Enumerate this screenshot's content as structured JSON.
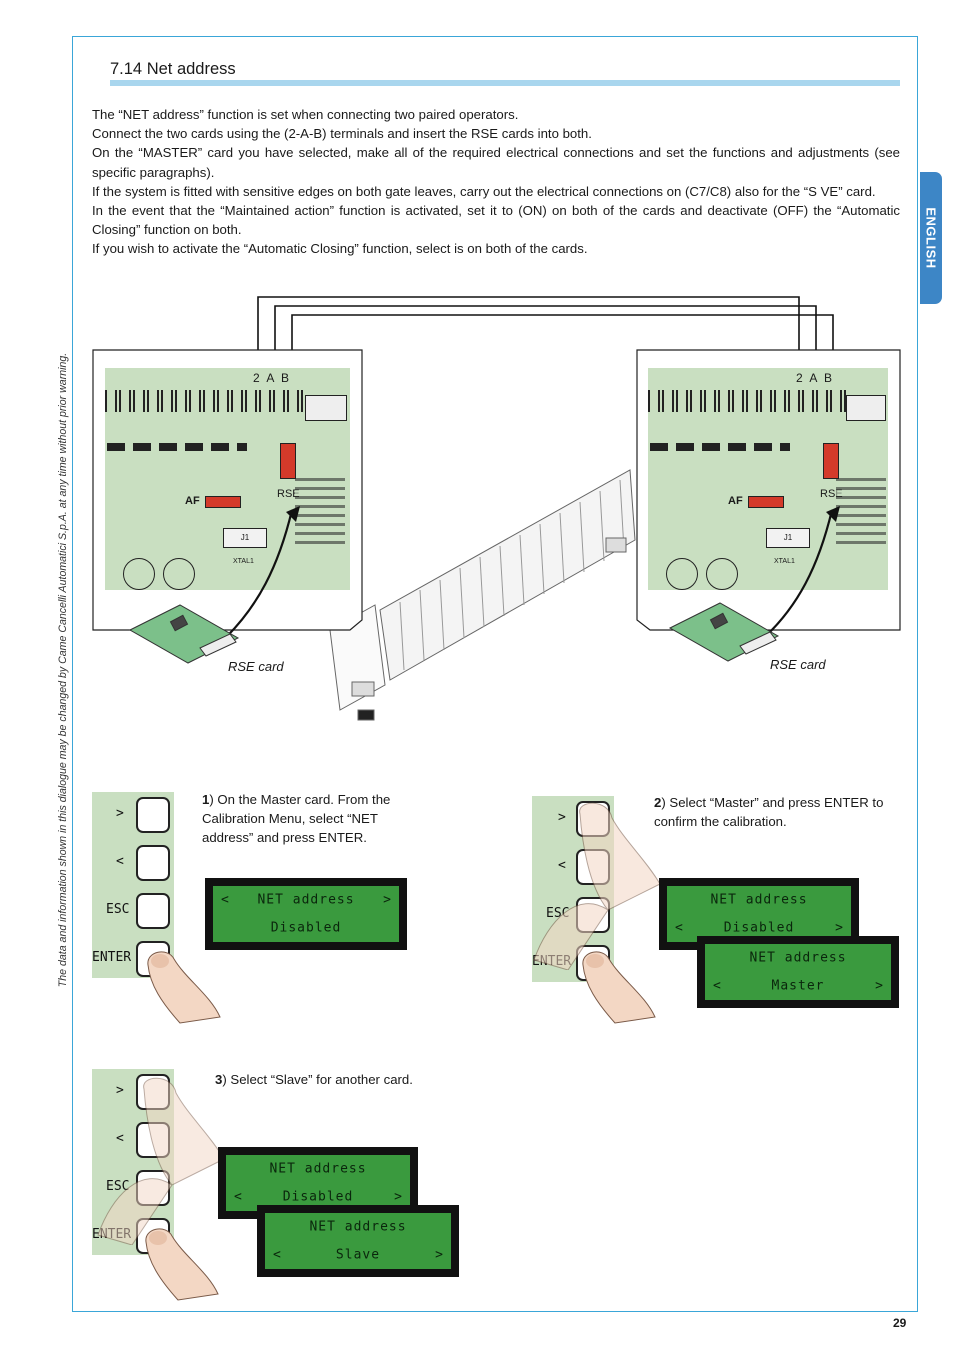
{
  "section": {
    "title": "7.14 Net address"
  },
  "paragraphs": [
    "The “NET address” function is set when connecting two paired operators.",
    "Connect the two cards using the (2-A-B) terminals and insert the RSE cards into both.",
    "On the “MASTER” card you have selected, make all of the required electrical connections and set the functions and adjustments (see specific paragraphs).",
    "If the system is fitted with sensitive edges on both gate leaves, carry out the electrical connections on (C7/C8) also for the “S VE” card.",
    "In the event that the “Maintained action” function is activated, set it to (ON) on both of the cards and deactivate (OFF) the “Automatic Closing” function on both.",
    "If you wish to activate the “Automatic Closing” function, select is on both of the cards."
  ],
  "side_tab": "ENGLISH",
  "side_note": "The data and information shown in this dialogue may be changed by Came Cancelli Automatici S.p.A. at any time without prior warning.",
  "page_number": "29",
  "board": {
    "terminals": "2 A B",
    "af": "AF",
    "rse": "RSE",
    "j1": "J1",
    "xtal": "XTAL1",
    "rse_card": "RSE card"
  },
  "keys": {
    "up": ">",
    "down": "<",
    "esc": "ESC",
    "enter": "ENTER"
  },
  "steps": [
    {
      "num": "1",
      "text": ") On the Master card. From the Calibration Menu, select “NET address” and press ENTER."
    },
    {
      "num": "2",
      "text": ") Select “Master” and press ENTER to confirm the calibration."
    },
    {
      "num": "3",
      "text": ") Select “Slave” for another card."
    }
  ],
  "lcd": {
    "net_address": "NET address",
    "disabled": "Disabled",
    "master": "Master",
    "slave": "Slave",
    "left": "<",
    "right": ">"
  },
  "colors": {
    "frame": "#3aa6d8",
    "title_bar": "#a9d6ee",
    "tab": "#3d86c6",
    "board": "#c9dfc1",
    "lcd": "#3a9a3e"
  }
}
